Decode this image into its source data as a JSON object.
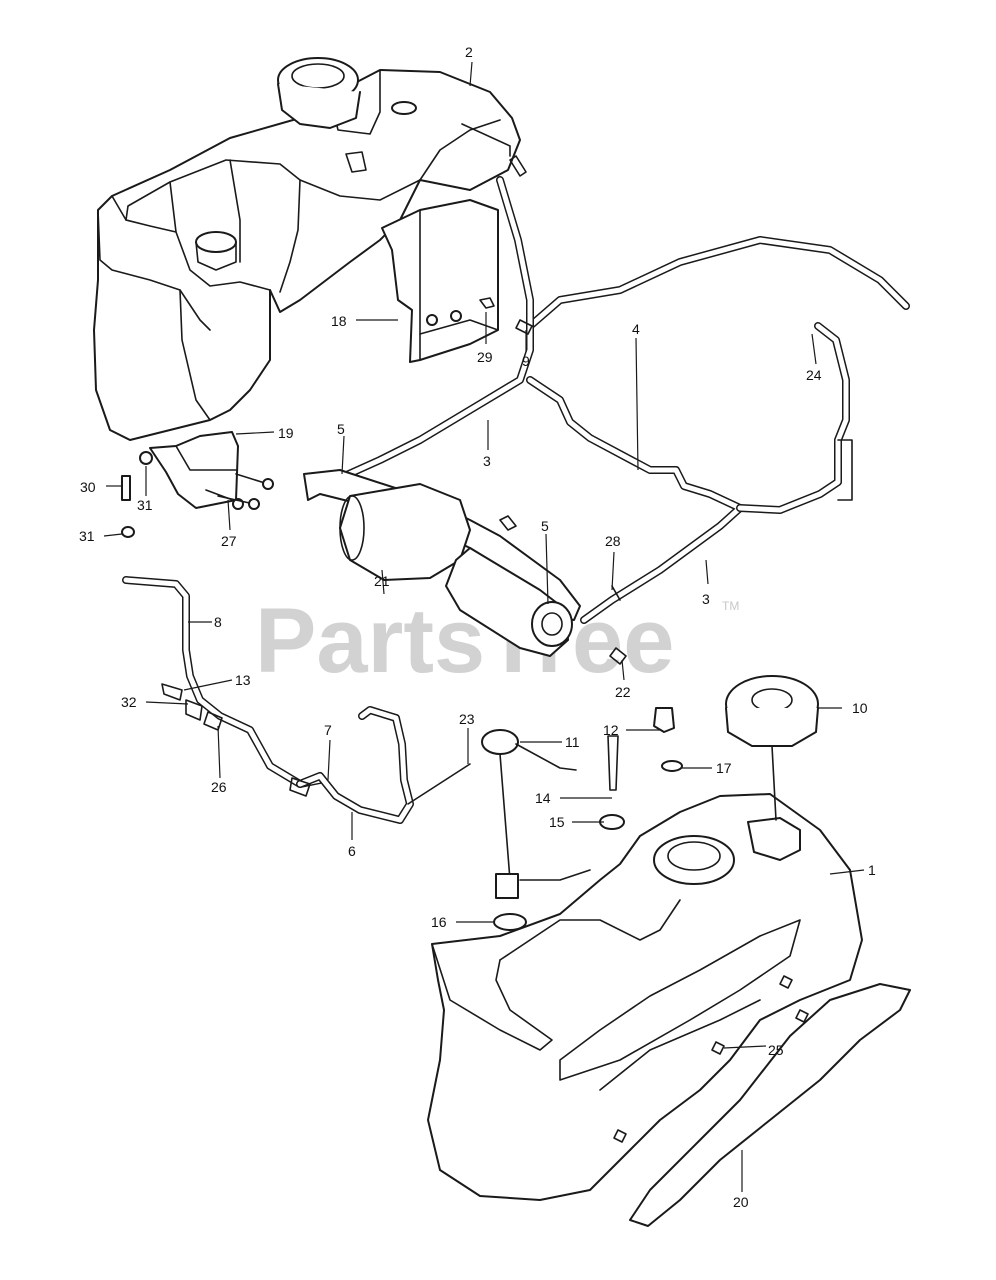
{
  "watermark": {
    "text": "PartsTree",
    "tm": "TM"
  },
  "callouts": [
    {
      "id": "c2",
      "label": "2"
    },
    {
      "id": "c18",
      "label": "18"
    },
    {
      "id": "c29",
      "label": "29"
    },
    {
      "id": "c9",
      "label": "9"
    },
    {
      "id": "c24",
      "label": "24"
    },
    {
      "id": "c19",
      "label": "19"
    },
    {
      "id": "c5a",
      "label": "5"
    },
    {
      "id": "c3a",
      "label": "3"
    },
    {
      "id": "c4",
      "label": "4"
    },
    {
      "id": "c30",
      "label": "30"
    },
    {
      "id": "c31a",
      "label": "31"
    },
    {
      "id": "c27",
      "label": "27"
    },
    {
      "id": "c31b",
      "label": "31"
    },
    {
      "id": "c5b",
      "label": "5"
    },
    {
      "id": "c28",
      "label": "28"
    },
    {
      "id": "c21",
      "label": "21"
    },
    {
      "id": "c3b",
      "label": "3"
    },
    {
      "id": "c8",
      "label": "8"
    },
    {
      "id": "c13",
      "label": "13"
    },
    {
      "id": "c22",
      "label": "22"
    },
    {
      "id": "c32",
      "label": "32"
    },
    {
      "id": "c10",
      "label": "10"
    },
    {
      "id": "c12",
      "label": "12"
    },
    {
      "id": "c23",
      "label": "23"
    },
    {
      "id": "c11",
      "label": "11"
    },
    {
      "id": "c7",
      "label": "7"
    },
    {
      "id": "c17",
      "label": "17"
    },
    {
      "id": "c26",
      "label": "26"
    },
    {
      "id": "c14",
      "label": "14"
    },
    {
      "id": "c15",
      "label": "15"
    },
    {
      "id": "c6",
      "label": "6"
    },
    {
      "id": "c1",
      "label": "1"
    },
    {
      "id": "c16",
      "label": "16"
    },
    {
      "id": "c25",
      "label": "25"
    },
    {
      "id": "c20",
      "label": "20"
    }
  ]
}
